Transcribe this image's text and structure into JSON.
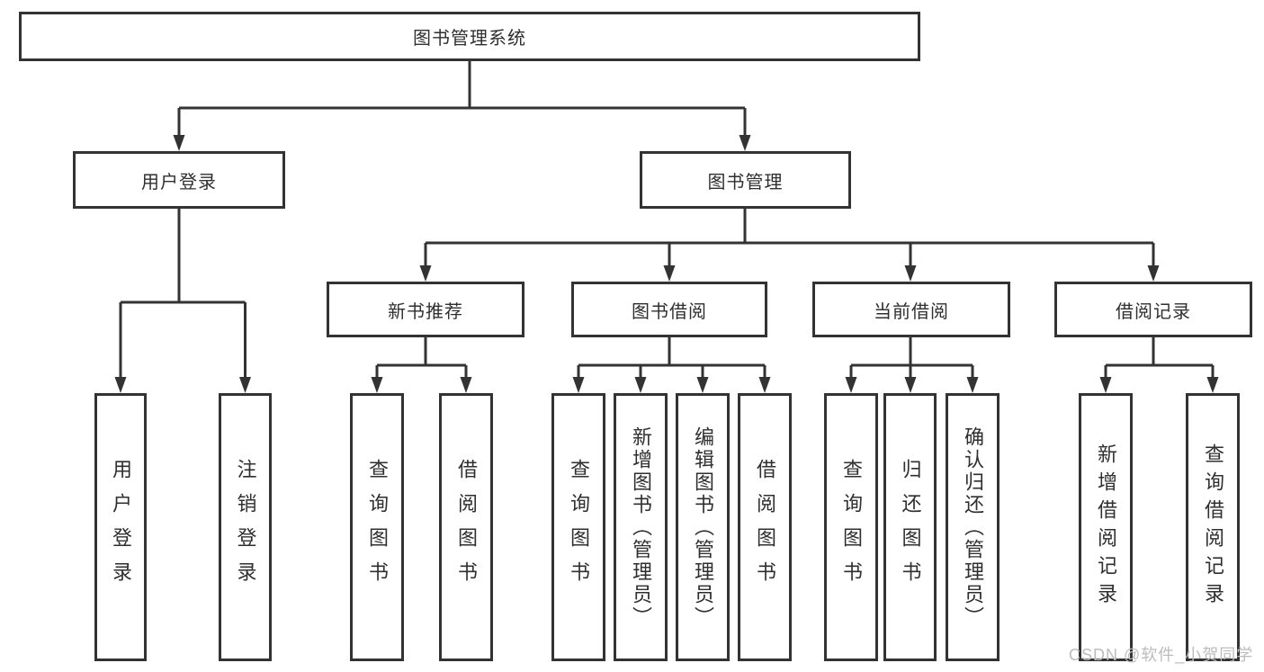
{
  "tree": {
    "root": {
      "label": "图书管理系统"
    },
    "branches": [
      {
        "label": "用户登录",
        "children": [
          {
            "label": "用户登录"
          },
          {
            "label": "注销登录"
          }
        ]
      },
      {
        "label": "图书管理",
        "children": [
          {
            "label": "新书推荐",
            "children": [
              {
                "label": "查询图书"
              },
              {
                "label": "借阅图书"
              }
            ]
          },
          {
            "label": "图书借阅",
            "children": [
              {
                "label": "查询图书"
              },
              {
                "label": "新增图书（管理员）"
              },
              {
                "label": "编辑图书（管理员）"
              },
              {
                "label": "借阅图书"
              }
            ]
          },
          {
            "label": "当前借阅",
            "children": [
              {
                "label": "查询图书"
              },
              {
                "label": "归还图书"
              },
              {
                "label": "确认归还（管理员）"
              }
            ]
          },
          {
            "label": "借阅记录",
            "children": [
              {
                "label": "新增借阅记录"
              },
              {
                "label": "查询借阅记录"
              }
            ]
          }
        ]
      }
    ]
  },
  "watermark": {
    "text": "CSDN @软件_小贺同学"
  },
  "colors": {
    "line": "#333333",
    "text": "#2f2f2f",
    "watermark": "#bcbcbc",
    "background": "#ffffff"
  }
}
